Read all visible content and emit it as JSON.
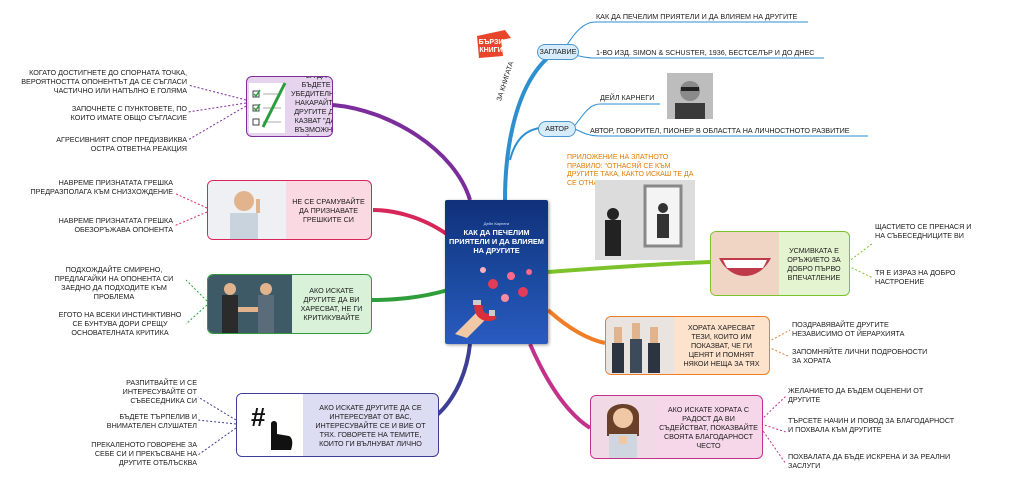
{
  "center": {
    "book_author": "Дейл Карнеги",
    "book_title": "КАК ДА ПЕЧЕЛИМ ПРИЯТЕЛИ И ДА ВЛИЯЕМ НА ДРУГИТЕ"
  },
  "logo": {
    "line1": "БЪРЗИ",
    "line2": "КНИГИ"
  },
  "about": {
    "branch_label": "ЗА КНИГАТА",
    "title_pill": "ЗАГЛАВИЕ",
    "title_items": [
      "КАК ДА ПЕЧЕЛИМ ПРИЯТЕЛИ И ДА ВЛИЯЕМ НА ДРУГИТЕ",
      "1-ВО ИЗД. SIMON & SCHUSTER, 1936, БЕСТСЕЛЪР И ДО ДНЕС"
    ],
    "author_pill": "АВТОР",
    "author_items": [
      "ДЕЙЛ КАРНЕГИ",
      "АВТОР, ГОВОРИТЕЛ, ПИОНЕР В ОБЛАСТТА НА ЛИЧНОСТНОТО РАЗВИТИЕ"
    ]
  },
  "golden_rule": "ПРИЛОЖЕНИЕ НА ЗЛАТНОТО ПРАВИЛО: \"ОТНАСЯЙ СЕ КЪМ ДРУГИТЕ ТАКА, КАКТО ИСКАШ ТЕ ДА СЕ ОТНАСЯТ КЪМ ТЕБ\"",
  "left": [
    {
      "label": "ЗА ДА БЪДЕТЕ УБЕДИТЕЛНИ, НАКАРАЙТЕ ДРУГИТЕ ДА КАЗВАТ \"ДА\" ВЪЗМОЖНО НАЙ-ЧЕСТО",
      "color": "#7b2d9b",
      "fill": "#e6d4ef",
      "icon": "checklist-icon",
      "items": [
        "КОГАТО ДОСТИГНЕТЕ ДО СПОРНАТА ТОЧКА, ВЕРОЯТНОСТТА ОПОНЕНТЪТ ДА СЕ СЪГЛАСИ ЧАСТИЧНО ИЛИ НАПЪЛНО Е ГОЛЯМА",
        "ЗАПОЧНЕТЕ С ПУНКТОВЕТЕ, ПО КОИТО ИМАТЕ ОБЩО СЪГЛАСИЕ",
        "АГРЕСИВНИЯТ СПОР ПРЕДИЗВИКВА ОСТРА ОТВЕТНА РЕАКЦИЯ"
      ]
    },
    {
      "label": "НЕ СЕ СРАМУВАЙТЕ ДА ПРИЗНАВАТЕ ГРЕШКИТЕ СИ",
      "color": "#d7265a",
      "fill": "#fbd9e3",
      "icon": "thinking-man-icon",
      "items": [
        "НАВРЕМЕ ПРИЗНАТАТА ГРЕШКА ПРЕДРАЗПОЛАГА КЪМ СНИЗХОЖДЕНИЕ",
        "НАВРЕМЕ ПРИЗНАТАТА ГРЕШКА ОБЕЗОРЪЖАВА ОПОНЕНТА"
      ]
    },
    {
      "label": "АКО ИСКАТЕ ДРУГИТЕ ДА ВИ ХАРЕСВАТ, НЕ ГИ КРИТИКУВАЙТЕ",
      "color": "#2f9e3a",
      "fill": "#d8f1d8",
      "icon": "handshake-icon",
      "items": [
        "ПОДХОЖДАЙТЕ СМИРЕНО, ПРЕДЛАГАЙКИ НА ОПОНЕНТА СИ ЗАЕДНО ДА ПОДХОДИТЕ КЪМ ПРОБЛЕМА",
        "ЕГОТО НА ВСЕКИ ИНСТИНКТИВНО СЕ БУНТУВА ДОРИ СРЕЩУ ОСНОВАТЕЛНАТА КРИТИКА"
      ]
    },
    {
      "label": "АКО ИСКАТЕ ДРУГИТЕ ДА СЕ ИНТЕРЕСУВАТ ОТ ВАС, ИНТЕРЕСУВАЙТЕ СЕ И ВИЕ ОТ ТЯХ. ГОВОРЕТЕ НА ТЕМИТЕ, КОИТО ГИ ВЪЛНУВАТ ЛИЧНО",
      "color": "#3d3f95",
      "fill": "#dcdcf3",
      "icon": "hashtag-hand-icon",
      "items": [
        "РАЗПИТВАЙТЕ И СЕ ИНТЕРЕСУВАЙТЕ ОТ СЪБЕСЕДНИКА СИ",
        "БЪДЕТЕ ТЪРПЕЛИВ И ВНИМАТЕЛЕН СЛУШАТЕЛ",
        "ПРЕКАЛЕНОТО ГОВОРЕНЕ ЗА СЕБЕ СИ И ПРЕКЪСВАНЕ НА ДРУГИТЕ ОТБЛЪСКВА"
      ]
    }
  ],
  "right": [
    {
      "label": "УСМИВКАТА Е ОРЪЖИЕТО ЗА ДОБРО ПЪРВО ВПЕЧАТЛЕНИЕ",
      "color": "#7cc22b",
      "fill": "#e4f4d1",
      "icon": "smile-icon",
      "items": [
        "ЩАСТИЕТО СЕ ПРЕНАСЯ И НА СЪБЕСЕДНИЦИТЕ ВИ",
        "ТЯ Е ИЗРАЗ НА ДОБРО НАСТРОЕНИЕ"
      ]
    },
    {
      "label": "ХОРАТА ХАРЕСВАТ ТЕЗИ, КОИТО ИМ ПОКАЗВАТ, ЧЕ ГИ ЦЕНЯТ И ПОМНЯТ НЯКОИ НЕЩА ЗА ТЯХ",
      "color": "#f07e26",
      "fill": "#fde3cc",
      "icon": "thumbs-up-icon",
      "items": [
        "ПОЗДРАВЯВАЙТЕ ДРУГИТЕ НЕЗАВИСИМО ОТ ЙЕРАРХИЯТА",
        "ЗАПОМНЯЙТЕ ЛИЧНИ ПОДРОБНОСТИ ЗА ХОРАТА"
      ]
    },
    {
      "label": "АКО ИСКАТЕ ХОРАТА С РАДОСТ ДА ВИ СЪДЕЙСТВАТ, ПОКАЗВАЙТЕ СВОЯТА БЛАГОДАРНОСТ ЧЕСТО",
      "color": "#c2318a",
      "fill": "#f6d7ea",
      "icon": "grateful-woman-icon",
      "items": [
        "ЖЕЛАНИЕТО ДА БЪДЕМ ОЦЕНЕНИ ОТ ДРУГИТЕ",
        "ТЪРСЕТЕ НАЧИН И ПОВОД ЗА БЛАГОДАРНОСТ И ПОХВАЛА КЪМ ДРУГИТЕ",
        "ПОХВАЛАТА ДА БЪДЕ ИСКРЕНА И ЗА РЕАЛНИ ЗАСЛУГИ"
      ]
    }
  ]
}
